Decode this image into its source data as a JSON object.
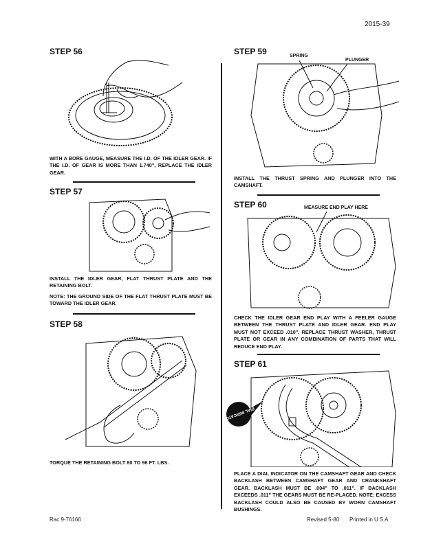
{
  "page_number": "2015-39",
  "steps": [
    {
      "title": "STEP 56",
      "illustration": "bore-gauge-idler-gear",
      "paragraphs": [
        "WITH A BORE GAUGE, MEASURE THE I.D. OF THE IDLER GEAR. IF THE I.D. OF GEAR IS MORE THAN 1.740\", REPLACE THE IDLER GEAR."
      ]
    },
    {
      "title": "STEP 57",
      "illustration": "install-idler-gear",
      "paragraphs": [
        "INSTALL THE IDLER GEAR, FLAT THRUST PLATE AND THE RETAINING BOLT.",
        "NOTE: THE GROUND SIDE OF THE FLAT THRUST PLATE MUST BE TOWARD THE IDLER GEAR."
      ]
    },
    {
      "title": "STEP 58",
      "illustration": "torque-retaining-bolt",
      "paragraphs": [
        "TORQUE THE RETAINING BOLT 80 TO 96 FT. LBS."
      ]
    },
    {
      "title": "STEP 59",
      "illustration": "thrust-spring-plunger",
      "callouts": [
        "SPRING",
        "PLUNGER"
      ],
      "paragraphs": [
        "INSTALL THE THRUST SPRING AND PLUNGER INTO THE CAMSHAFT."
      ]
    },
    {
      "title": "STEP 60",
      "illustration": "measure-end-play",
      "callouts": [
        "MEASURE END PLAY HERE"
      ],
      "paragraphs": [
        "CHECK THE IDLER GEAR END PLAY WITH A FEELER GAUGE BETWEEN THE THRUST PLATE AND IDLER GEAR. END PLAY MUST NOT EXCEED .010\". REPLACE THRUST WASHER, THRUST PLATE OR GEAR IN ANY COMBINATION OF PARTS THAT WILL REDUCE END PLAY."
      ]
    },
    {
      "title": "STEP 61",
      "illustration": "dial-indicator-backlash",
      "callouts": [
        "DIAL INDICATOR"
      ],
      "paragraphs": [
        "PLACE A DIAL INDICATOR ON THE CAMSHAFT GEAR AND CHECK BACKLASH BETWEEN CAMSHAFT GEAR AND CRANKSHAFT GEAR. BACKLASH MUST BE .004\" TO .011\". IF BACKLASH EXCEEDS .011\" THE GEARS MUST BE RE-PLACED. NOTE: EXCESS BACKLASH COULD ALSO BE CAUSED BY WORN CAMSHAFT BUSHINGS."
      ]
    }
  ],
  "footer": {
    "left": "Rac 9-76166",
    "revised": "Revised 5-80",
    "printed": "Printed in U S A"
  }
}
